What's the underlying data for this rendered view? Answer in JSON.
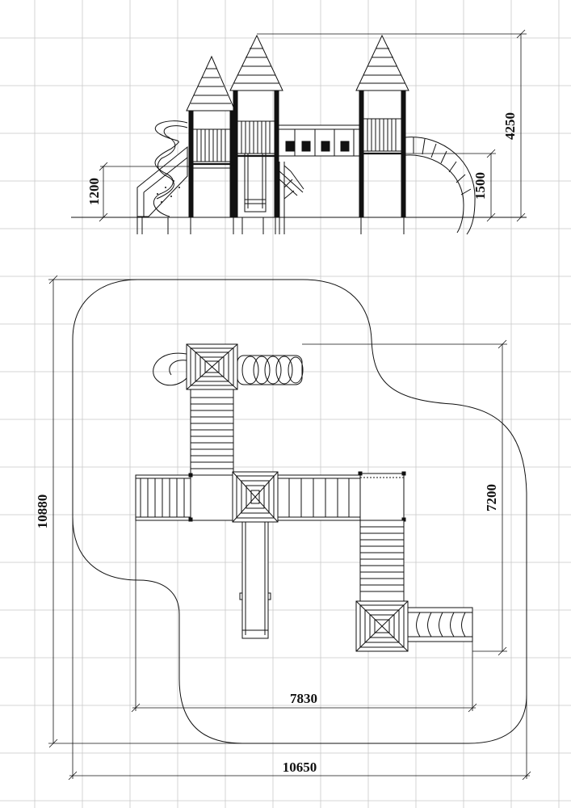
{
  "drawing": {
    "elevation_view": {
      "dim_total_height": "4250",
      "dim_platform_height": "1500",
      "dim_stair_height": "1200"
    },
    "plan_view": {
      "dim_zone_width": "10650",
      "dim_zone_depth": "10880",
      "dim_equipment_width": "7830",
      "dim_equipment_depth": "7200"
    }
  }
}
